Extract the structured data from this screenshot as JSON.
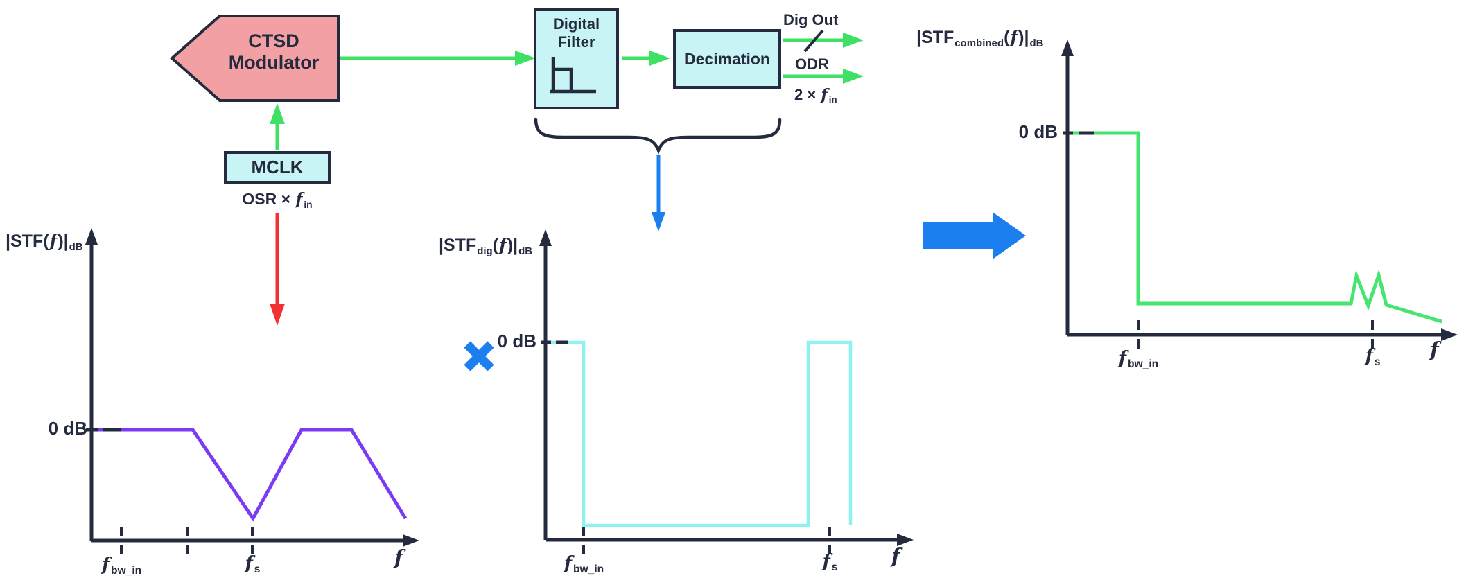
{
  "colors": {
    "ink": "#242b3e",
    "block_pink": "#f2a0a4",
    "block_cyan": "#c9f4f6",
    "arrow_green": "#3ee163",
    "arrow_red": "#f23131",
    "arrow_blue": "#1b7ff0",
    "curve_purple": "#7a3bf2",
    "curve_light_cyan": "#8ef2f0",
    "curve_green": "#45e56f"
  },
  "diagram": {
    "ctsd": {
      "line1": "CTSD",
      "line2": "Modulator"
    },
    "digital_filter": {
      "line1": "Digital",
      "line2": "Filter"
    },
    "decimation_label": "Decimation",
    "mclk_label": "MCLK",
    "dig_out_label": "Dig Out",
    "odr_label": "ODR",
    "odr_rate": [
      {
        "t": "2 × "
      },
      {
        "t": "f",
        "s": "it"
      },
      {
        "t": "in",
        "s": "sub"
      }
    ],
    "mclk_rate": [
      {
        "t": "OSR × "
      },
      {
        "t": "f",
        "s": "it"
      },
      {
        "t": "in",
        "s": "sub"
      }
    ]
  },
  "plots": {
    "zero_db": "0 dB",
    "f_axis": [
      {
        "t": "f",
        "s": "it"
      }
    ],
    "f_bw_in": [
      {
        "t": "f",
        "s": "it"
      },
      {
        "t": "bw_in",
        "s": "sub"
      }
    ],
    "f_s": [
      {
        "t": "f",
        "s": "it"
      },
      {
        "t": "s",
        "s": "sub"
      }
    ],
    "stf": {
      "ylabel": [
        {
          "t": "|STF("
        },
        {
          "t": "f",
          "s": "it"
        },
        {
          "t": ")|"
        },
        {
          "t": "dB",
          "s": "sub"
        }
      ]
    },
    "stf_dig": {
      "ylabel": [
        {
          "t": "|STF"
        },
        {
          "t": "dig",
          "s": "sub"
        },
        {
          "t": "("
        },
        {
          "t": "f",
          "s": "it"
        },
        {
          "t": ")|"
        },
        {
          "t": "dB",
          "s": "sub"
        }
      ]
    },
    "stf_combined": {
      "ylabel": [
        {
          "t": "|STF"
        },
        {
          "t": "combined",
          "s": "sub"
        },
        {
          "t": "("
        },
        {
          "t": "f",
          "s": "it"
        },
        {
          "t": ")|"
        },
        {
          "t": "dB",
          "s": "sub"
        }
      ]
    }
  },
  "chart_data": [
    {
      "type": "line",
      "title": "CTSD modulator signal transfer function |STF(f)|dB",
      "ylabel": "|STF(f)|dB",
      "xlabel": "f",
      "y_ref_line": "0 dB",
      "x_ticks": [
        "f_bw_in",
        "(unlabeled)",
        "f_s"
      ],
      "x_unit": "f normalized to f_s",
      "y_unit": "sketch level (0 = 0 dB, -1 = sketch floor)",
      "points": [
        [
          0,
          0
        ],
        [
          0.63,
          0
        ],
        [
          1.0,
          -1
        ],
        [
          1.31,
          0
        ],
        [
          1.62,
          0
        ],
        [
          1.95,
          -1
        ]
      ],
      "color": "#7a3bf2",
      "legend": "none",
      "grid": false
    },
    {
      "type": "line",
      "title": "Digital filter + decimation response |STFdig(f)|dB",
      "ylabel": "|STFdig(f)|dB",
      "xlabel": "f",
      "y_ref_line": "0 dB",
      "x_ticks": [
        "f_bw_in",
        "f_s"
      ],
      "x_unit": "f normalized to f_s",
      "y_unit": "sketch level (0 = 0 dB, -1 = sketch floor)",
      "points": [
        [
          0,
          0
        ],
        [
          0.134,
          0
        ],
        [
          0.134,
          -1
        ],
        [
          0.924,
          -1
        ],
        [
          0.924,
          0
        ],
        [
          1.073,
          0
        ],
        [
          1.073,
          -1
        ]
      ],
      "color": "#8ef2f0",
      "legend": "none",
      "grid": false
    },
    {
      "type": "line",
      "title": "Combined response |STFcombined(f)|dB",
      "ylabel": "|STFcombined(f)|dB",
      "xlabel": "f",
      "y_ref_line": "0 dB",
      "x_ticks": [
        "f_bw_in",
        "f_s"
      ],
      "x_unit": "f normalized to f_s",
      "y_unit": "sketch level (0 = 0 dB, -1 = sketch floor)",
      "points": [
        [
          0,
          0
        ],
        [
          0.232,
          0
        ],
        [
          0.232,
          -1
        ],
        [
          0.93,
          -1
        ],
        [
          0.947,
          -0.84
        ],
        [
          0.986,
          -1.02
        ],
        [
          1.02,
          -0.84
        ],
        [
          1.045,
          -1.01
        ],
        [
          1.23,
          -1.11
        ]
      ],
      "color": "#45e56f",
      "legend": "none",
      "grid": false
    }
  ]
}
